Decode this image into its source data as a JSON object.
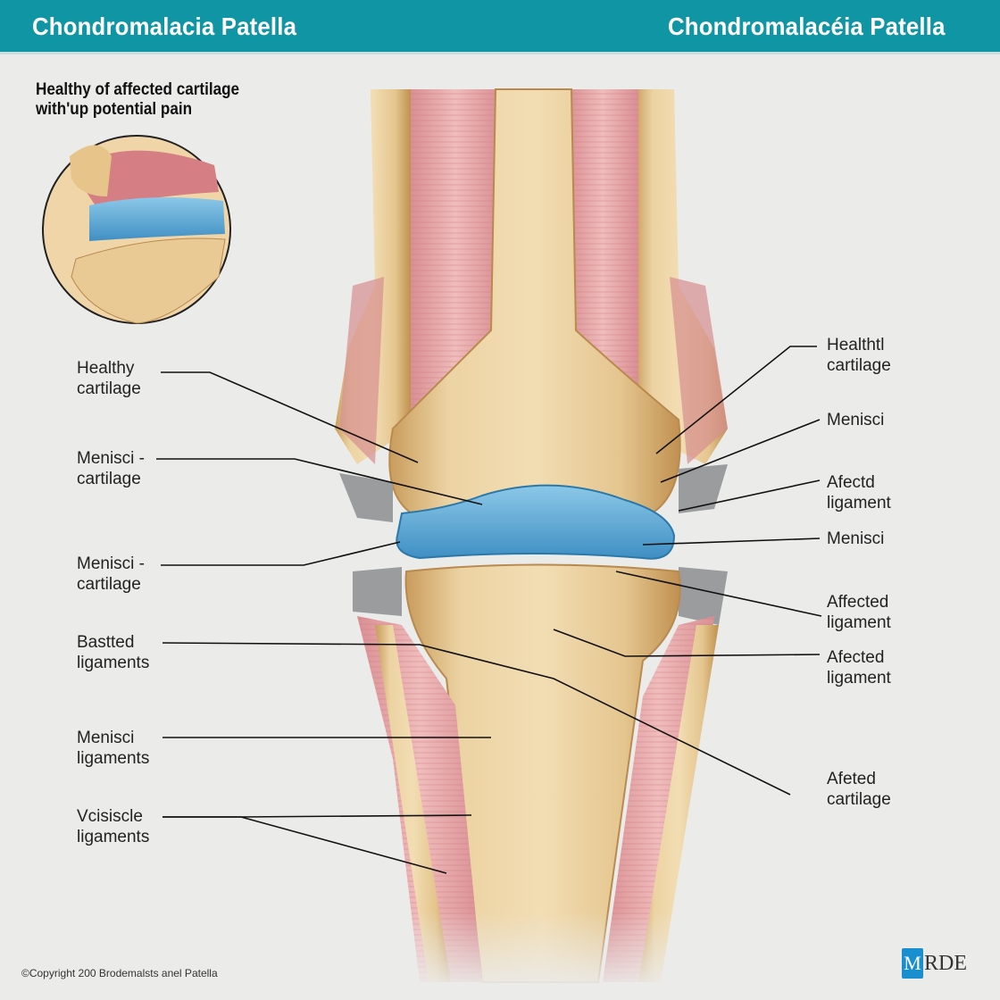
{
  "header": {
    "title_left": "Chondromalacia Patella",
    "title_right": "Chondromalacéia Patella"
  },
  "subtitle": {
    "line1": "Healthy of affected cartilage",
    "line2": "with'up potential pain"
  },
  "labels_left": [
    {
      "line1": "Healthy",
      "line2": "cartilage"
    },
    {
      "line1": "Menisci -",
      "line2": "cartilage"
    },
    {
      "line1": "Menisci -",
      "line2": "cartilage"
    },
    {
      "line1": "Bastted",
      "line2": "ligaments"
    },
    {
      "line1": "Menisci",
      "line2": "ligaments"
    },
    {
      "line1": "Vcisiscle",
      "line2": "ligaments"
    }
  ],
  "labels_right": [
    {
      "line1": "Healthtl",
      "line2": "cartilage"
    },
    {
      "line1": "Menisci",
      "line2": ""
    },
    {
      "line1": "Afectd",
      "line2": "ligament"
    },
    {
      "line1": "Menisci",
      "line2": ""
    },
    {
      "line1": "Affected",
      "line2": "ligament"
    },
    {
      "line1": "Afected",
      "line2": "ligament"
    },
    {
      "line1": "Afeted",
      "line2": "cartilage"
    }
  ],
  "footer": {
    "copyright": "©Copyright 200 Brodemalsts anel Patella",
    "logo_mark": "M",
    "logo_text": "RDE"
  },
  "colors": {
    "header": "#0f95a4",
    "bone": "#e8cc98",
    "muscle": "#e7a9ac",
    "cartilage": "#5aaad6",
    "background": "#ebebea"
  }
}
